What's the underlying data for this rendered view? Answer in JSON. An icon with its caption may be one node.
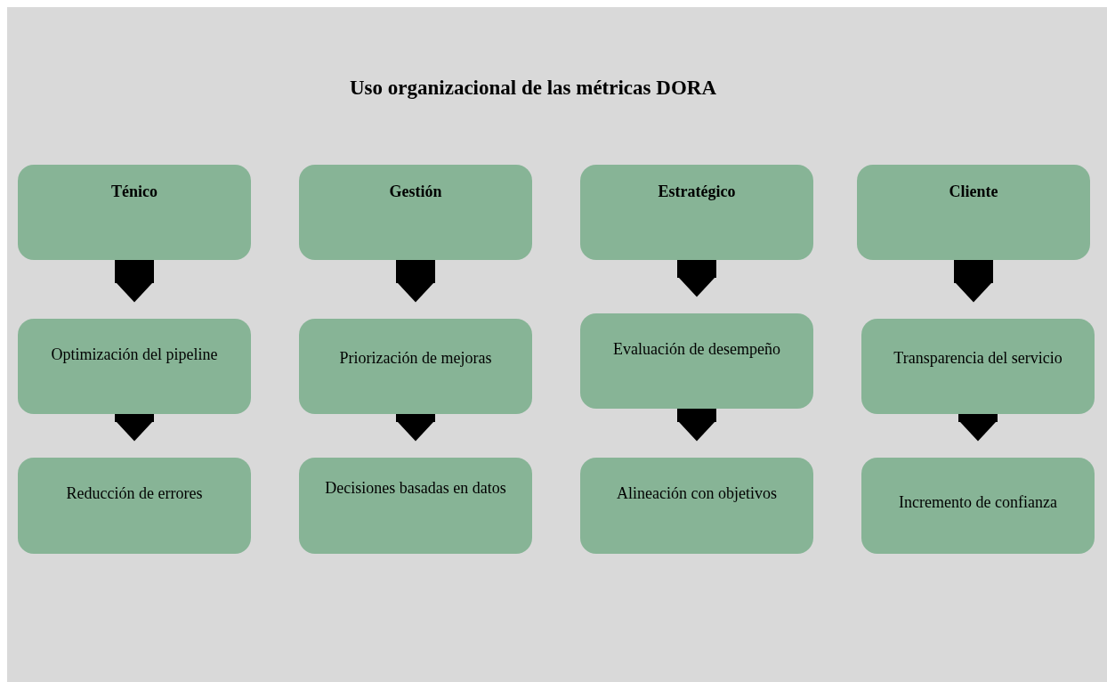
{
  "diagram": {
    "title": "Uso organizacional de las métricas DORA",
    "nodes": [
      {
        "text": [
          "Ténico"
        ]
      },
      {
        "text": [
          "Optimización del pipeline"
        ]
      },
      {
        "text": [
          "Reducción de errores"
        ]
      },
      {
        "text": [
          "Gestión"
        ]
      },
      {
        "text": [
          "Priorización de mejoras"
        ]
      },
      {
        "text": [
          "Decisiones basadas en datos"
        ]
      },
      {
        "text": [
          "Estratégico"
        ]
      },
      {
        "text": [
          "Evaluación de desempeño"
        ]
      },
      {
        "text": [
          "Alineación con objetivos"
        ]
      },
      {
        "text": [
          "Cliente"
        ]
      },
      {
        "text": [
          "Transparencia del servicio"
        ]
      },
      {
        "text": [
          "Incremento de confianza"
        ]
      }
    ],
    "edges": [
      {
        "from": 0,
        "to": 1,
        "arrow": "to"
      },
      {
        "from": 1,
        "to": 2,
        "arrow": "to"
      },
      {
        "from": 3,
        "to": 4,
        "arrow": "to"
      },
      {
        "from": 4,
        "to": 5,
        "arrow": "to"
      },
      {
        "from": 6,
        "to": 7,
        "arrow": "to"
      },
      {
        "from": 7,
        "to": 8,
        "arrow": "to"
      },
      {
        "from": 9,
        "to": 10,
        "arrow": "to"
      },
      {
        "from": 10,
        "to": 11,
        "arrow": "to"
      }
    ]
  }
}
